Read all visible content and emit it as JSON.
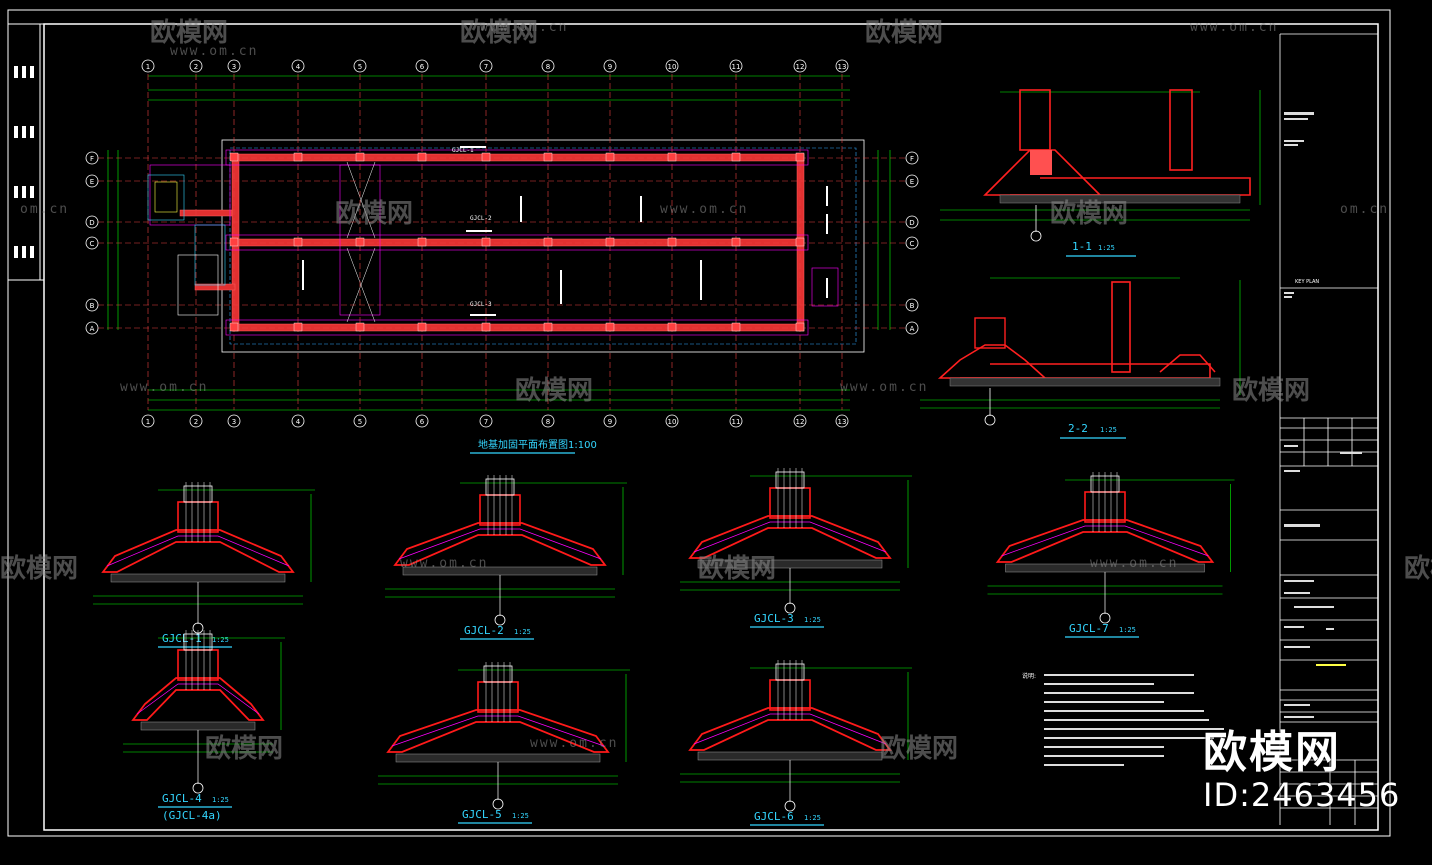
{
  "colors": {
    "background": "#000000",
    "frame": "#ffffff",
    "wall_fill": "#ff1a1a",
    "axis_line": "#ffffff",
    "dimension": "#00ff00",
    "beam_outline": "#ff00ff",
    "caption": "#33d6ff",
    "grid_column": "#e94040",
    "title_yellow": "#ffff44"
  },
  "plan": {
    "title": "地基加固平面布置图1:100",
    "column_axes": [
      "1",
      "2",
      "3",
      "4",
      "5",
      "6",
      "7",
      "8",
      "9",
      "10",
      "11",
      "12",
      "13"
    ],
    "row_axes": [
      "F",
      "E",
      "D",
      "C",
      "B",
      "A"
    ],
    "beam_labels": [
      "GJCL-1",
      "GJCL-2",
      "GJCL-3"
    ]
  },
  "sections": {
    "s1": {
      "name": "1-1",
      "scale": "1:25"
    },
    "s2": {
      "name": "2-2",
      "scale": "1:25"
    }
  },
  "details": [
    {
      "id": "d1",
      "name": "GJCL-1",
      "scale": "1:25",
      "sub": ""
    },
    {
      "id": "d2",
      "name": "GJCL-2",
      "scale": "1:25",
      "sub": ""
    },
    {
      "id": "d3",
      "name": "GJCL-3",
      "scale": "1:25",
      "sub": ""
    },
    {
      "id": "d7",
      "name": "GJCL-7",
      "scale": "1:25",
      "sub": ""
    },
    {
      "id": "d4",
      "name": "GJCL-4",
      "scale": "1:25",
      "sub": "(GJCL-4a)"
    },
    {
      "id": "d5",
      "name": "GJCL-5",
      "scale": "1:25",
      "sub": ""
    },
    {
      "id": "d6",
      "name": "GJCL-6",
      "scale": "1:25",
      "sub": ""
    }
  ],
  "notes": {
    "heading": "说明:"
  },
  "title_block": {
    "key_plan": "KEY PLAN"
  },
  "watermark": {
    "brand": "欧模网",
    "domain": "www.om.cn",
    "domain_short": "om.cn",
    "id_text": "ID:2463456"
  }
}
